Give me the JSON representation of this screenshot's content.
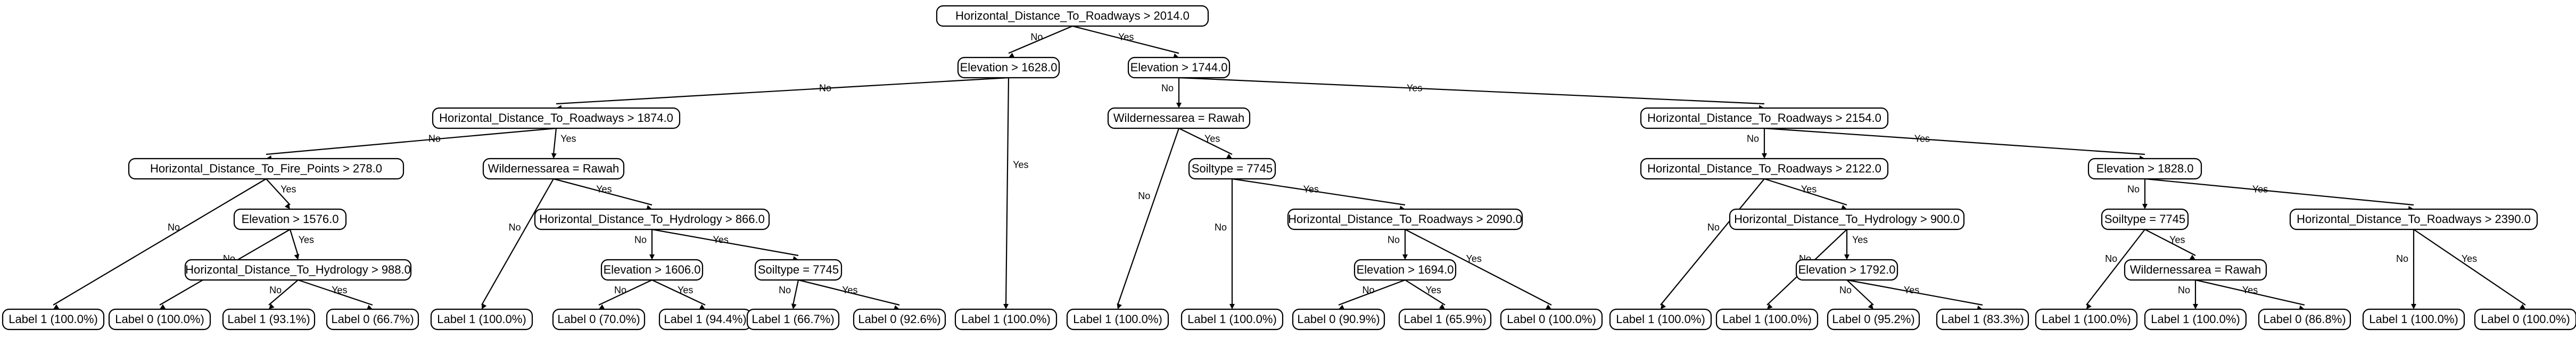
{
  "tree": {
    "nodes": [
      {
        "id": "n0",
        "label": "Horizontal_Distance_To_Roadways > 2014.0"
      },
      {
        "id": "n1",
        "label": "Elevation > 1628.0"
      },
      {
        "id": "n2",
        "label": "Elevation > 1744.0"
      },
      {
        "id": "n3",
        "label": "Horizontal_Distance_To_Roadways > 1874.0"
      },
      {
        "id": "n4",
        "label": "Label 1 (100.0%)"
      },
      {
        "id": "n5",
        "label": "Wildernessarea = Rawah"
      },
      {
        "id": "n6",
        "label": "Horizontal_Distance_To_Roadways > 2154.0"
      },
      {
        "id": "n7",
        "label": "Horizontal_Distance_To_Fire_Points > 278.0"
      },
      {
        "id": "n8",
        "label": "Wildernessarea = Rawah"
      },
      {
        "id": "n9",
        "label": "Label 1 (100.0%)"
      },
      {
        "id": "n10",
        "label": "Soiltype = 7745"
      },
      {
        "id": "n11",
        "label": "Horizontal_Distance_To_Roadways > 2122.0"
      },
      {
        "id": "n12",
        "label": "Elevation > 1828.0"
      },
      {
        "id": "n13",
        "label": "Label 1 (100.0%)"
      },
      {
        "id": "n14",
        "label": "Elevation > 1576.0"
      },
      {
        "id": "n15",
        "label": "Label 1 (100.0%)"
      },
      {
        "id": "n16",
        "label": "Horizontal_Distance_To_Hydrology > 866.0"
      },
      {
        "id": "n17",
        "label": "Label 1 (100.0%)"
      },
      {
        "id": "n18",
        "label": "Horizontal_Distance_To_Roadways > 2090.0"
      },
      {
        "id": "n19",
        "label": "Label 1 (100.0%)"
      },
      {
        "id": "n20",
        "label": "Horizontal_Distance_To_Hydrology > 900.0"
      },
      {
        "id": "n21",
        "label": "Soiltype = 7745"
      },
      {
        "id": "n22",
        "label": "Horizontal_Distance_To_Roadways > 2390.0"
      },
      {
        "id": "n23",
        "label": "Label 0 (100.0%)"
      },
      {
        "id": "n24",
        "label": "Horizontal_Distance_To_Hydrology > 988.0"
      },
      {
        "id": "n25",
        "label": "Elevation > 1606.0"
      },
      {
        "id": "n26",
        "label": "Soiltype = 7745"
      },
      {
        "id": "n27",
        "label": "Elevation > 1694.0"
      },
      {
        "id": "n28",
        "label": "Label 0 (100.0%)"
      },
      {
        "id": "n29",
        "label": "Label 1 (100.0%)"
      },
      {
        "id": "n30",
        "label": "Elevation > 1792.0"
      },
      {
        "id": "n31",
        "label": "Label 1 (100.0%)"
      },
      {
        "id": "n32",
        "label": "Wildernessarea = Rawah"
      },
      {
        "id": "n33",
        "label": "Label 1 (100.0%)"
      },
      {
        "id": "n34",
        "label": "Label 0 (100.0%)"
      },
      {
        "id": "n35",
        "label": "Label 1 (93.1%)"
      },
      {
        "id": "n36",
        "label": "Label 0 (66.7%)"
      },
      {
        "id": "n37",
        "label": "Label 0 (70.0%)"
      },
      {
        "id": "n38",
        "label": "Label 1 (94.4%)"
      },
      {
        "id": "n39",
        "label": "Label 1 (66.7%)"
      },
      {
        "id": "n40",
        "label": "Label 0 (92.6%)"
      },
      {
        "id": "n41",
        "label": "Label 0 (90.9%)"
      },
      {
        "id": "n42",
        "label": "Label 1 (65.9%)"
      },
      {
        "id": "n43",
        "label": "Label 0 (95.2%)"
      },
      {
        "id": "n44",
        "label": "Label 1 (83.3%)"
      },
      {
        "id": "n45",
        "label": "Label 1 (100.0%)"
      },
      {
        "id": "n46",
        "label": "Label 0 (86.8%)"
      }
    ],
    "edges": [
      {
        "from": "n0",
        "to": "n1",
        "label": "No"
      },
      {
        "from": "n0",
        "to": "n2",
        "label": "Yes"
      },
      {
        "from": "n1",
        "to": "n3",
        "label": "No"
      },
      {
        "from": "n1",
        "to": "n4",
        "label": "Yes"
      },
      {
        "from": "n2",
        "to": "n5",
        "label": "No"
      },
      {
        "from": "n2",
        "to": "n6",
        "label": "Yes"
      },
      {
        "from": "n3",
        "to": "n7",
        "label": "No"
      },
      {
        "from": "n3",
        "to": "n8",
        "label": "Yes"
      },
      {
        "from": "n5",
        "to": "n9",
        "label": "No"
      },
      {
        "from": "n5",
        "to": "n10",
        "label": "Yes"
      },
      {
        "from": "n6",
        "to": "n11",
        "label": "No"
      },
      {
        "from": "n6",
        "to": "n12",
        "label": "Yes"
      },
      {
        "from": "n7",
        "to": "n13",
        "label": "No"
      },
      {
        "from": "n7",
        "to": "n14",
        "label": "Yes"
      },
      {
        "from": "n8",
        "to": "n15",
        "label": "No"
      },
      {
        "from": "n8",
        "to": "n16",
        "label": "Yes"
      },
      {
        "from": "n10",
        "to": "n17",
        "label": "No"
      },
      {
        "from": "n10",
        "to": "n18",
        "label": "Yes"
      },
      {
        "from": "n11",
        "to": "n19",
        "label": "No"
      },
      {
        "from": "n11",
        "to": "n20",
        "label": "Yes"
      },
      {
        "from": "n12",
        "to": "n21",
        "label": "No"
      },
      {
        "from": "n12",
        "to": "n22",
        "label": "Yes"
      },
      {
        "from": "n14",
        "to": "n23",
        "label": "No"
      },
      {
        "from": "n14",
        "to": "n24",
        "label": "Yes"
      },
      {
        "from": "n16",
        "to": "n25",
        "label": "No"
      },
      {
        "from": "n16",
        "to": "n26",
        "label": "Yes"
      },
      {
        "from": "n18",
        "to": "n27",
        "label": "No"
      },
      {
        "from": "n18",
        "to": "n28",
        "label": "Yes"
      },
      {
        "from": "n20",
        "to": "n29",
        "label": "No"
      },
      {
        "from": "n20",
        "to": "n30",
        "label": "Yes"
      },
      {
        "from": "n21",
        "to": "n31",
        "label": "No"
      },
      {
        "from": "n21",
        "to": "n32",
        "label": "Yes"
      },
      {
        "from": "n22",
        "to": "n33",
        "label": "No"
      },
      {
        "from": "n22",
        "to": "n34",
        "label": "Yes"
      },
      {
        "from": "n24",
        "to": "n35",
        "label": "No"
      },
      {
        "from": "n24",
        "to": "n36",
        "label": "Yes"
      },
      {
        "from": "n25",
        "to": "n37",
        "label": "No"
      },
      {
        "from": "n25",
        "to": "n38",
        "label": "Yes"
      },
      {
        "from": "n26",
        "to": "n39",
        "label": "No"
      },
      {
        "from": "n26",
        "to": "n40",
        "label": "Yes"
      },
      {
        "from": "n27",
        "to": "n41",
        "label": "No"
      },
      {
        "from": "n27",
        "to": "n42",
        "label": "Yes"
      },
      {
        "from": "n30",
        "to": "n43",
        "label": "No"
      },
      {
        "from": "n30",
        "to": "n44",
        "label": "Yes"
      },
      {
        "from": "n32",
        "to": "n45",
        "label": "No"
      },
      {
        "from": "n32",
        "to": "n46",
        "label": "Yes"
      }
    ]
  }
}
